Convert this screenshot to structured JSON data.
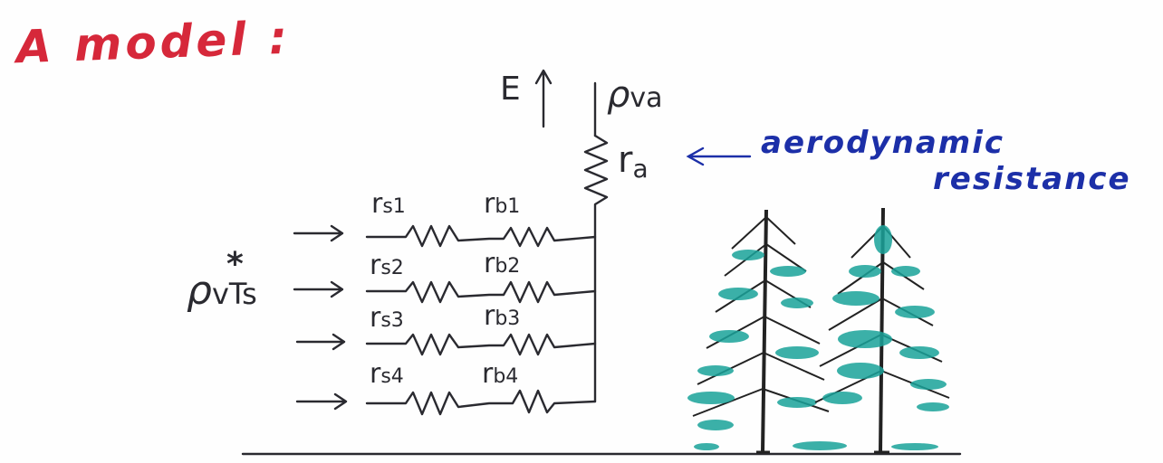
{
  "title": "A model :",
  "flux": {
    "symbol": "E"
  },
  "air_density": {
    "rho": "ρ",
    "sub": "va"
  },
  "surface_density": {
    "rho": "ρ",
    "sub": "vTs",
    "star": "*"
  },
  "aerodynamic": {
    "symbol": "r",
    "sub": "a",
    "line1": "aerodynamic",
    "line2": "resistance"
  },
  "stomatal": [
    {
      "symbol": "r",
      "sub": "s1"
    },
    {
      "symbol": "r",
      "sub": "s2"
    },
    {
      "symbol": "r",
      "sub": "s3"
    },
    {
      "symbol": "r",
      "sub": "s4"
    }
  ],
  "boundary": [
    {
      "symbol": "r",
      "sub": "b1"
    },
    {
      "symbol": "r",
      "sub": "b2"
    },
    {
      "symbol": "r",
      "sub": "b3"
    },
    {
      "symbol": "r",
      "sub": "b4"
    }
  ],
  "colors": {
    "title": "#d6283a",
    "ink": "#2a2a30",
    "annotation": "#1c2fa8",
    "foliage": "#1aa39a",
    "trunk": "#222222"
  }
}
